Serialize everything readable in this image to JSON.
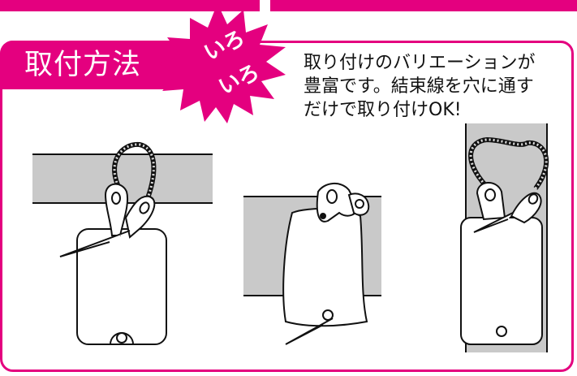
{
  "header": {
    "title": "取付方法",
    "badge_line1": "いろ",
    "badge_line2": "いろ"
  },
  "description": {
    "line1": "取り付けのバリエーションが",
    "line2": "豊富です。結束線を穴に通す",
    "line3": "だけで取り付けOK!"
  },
  "illustrations": [
    {
      "icon": "horizontal-pipe-hanging-tag-icon"
    },
    {
      "icon": "horizontal-pipe-wrapped-tag-icon"
    },
    {
      "icon": "vertical-pipe-tag-icon"
    }
  ],
  "colors": {
    "accent": "#e4007f",
    "pipe": "#c9c9c9",
    "line": "#111111"
  }
}
